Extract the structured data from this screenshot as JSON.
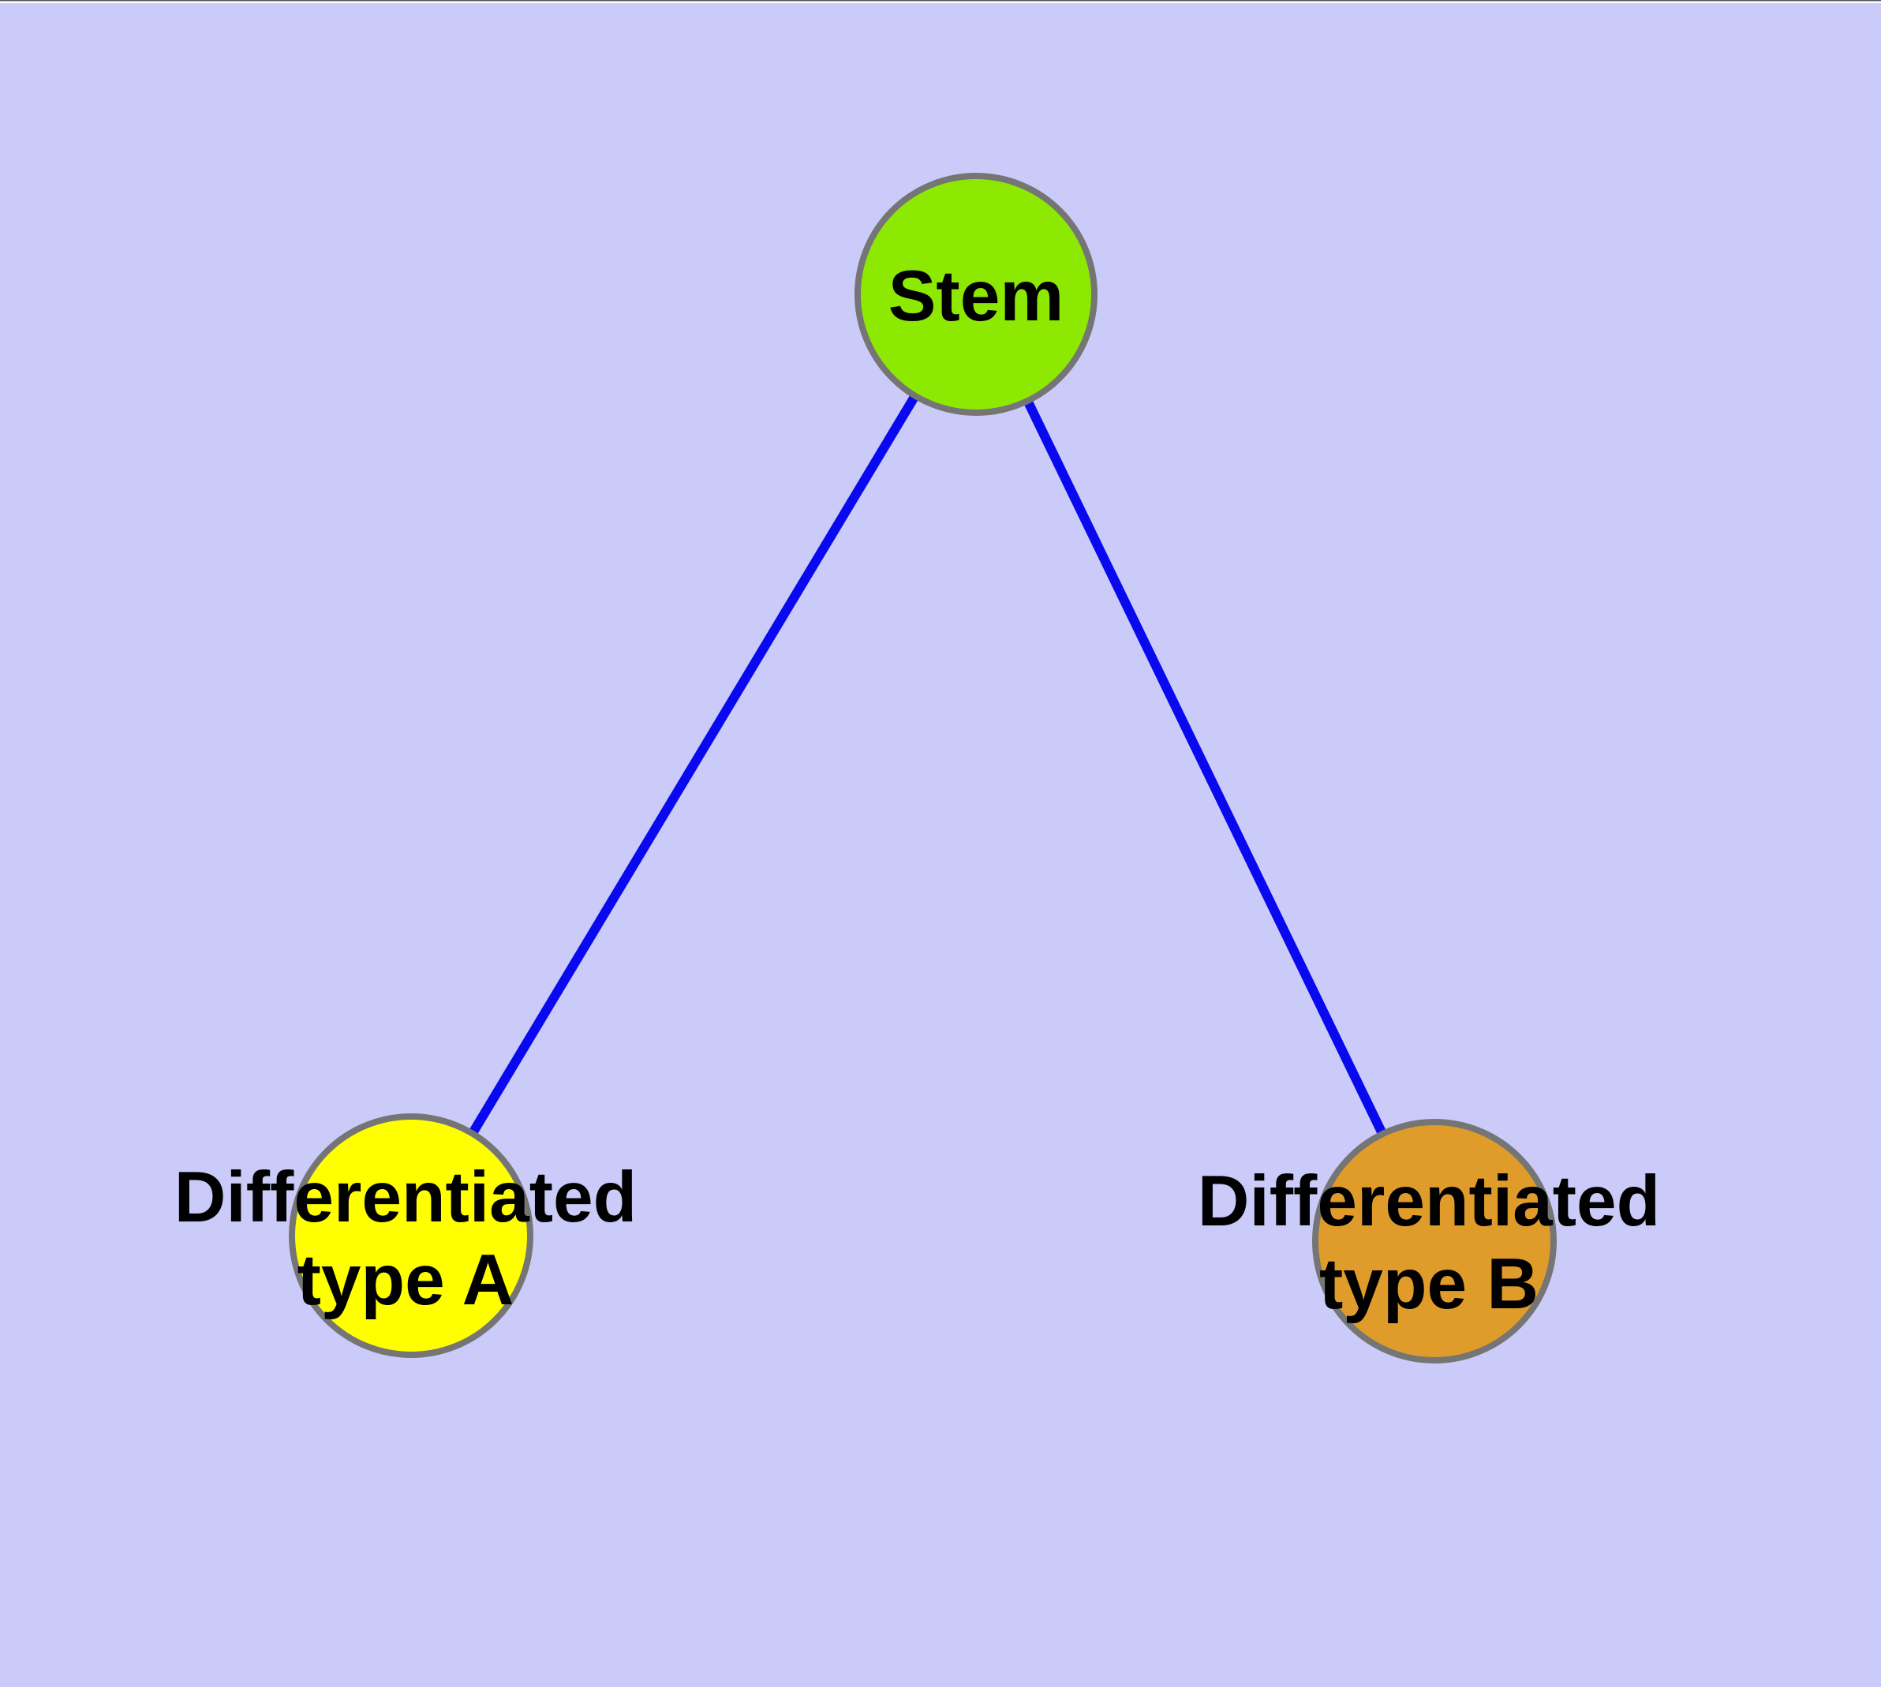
{
  "background_color": "#CBCBF9",
  "window_edge": {
    "top_line_color": "#55565E",
    "top_strip_color": "#FFFFFF"
  },
  "diagram": {
    "type": "graph",
    "description_visible_text_only": "Stem; Differentiated type A; Differentiated type B",
    "nodes": [
      {
        "id": "stem",
        "label": "Stem",
        "lines": [
          "Stem"
        ],
        "fill": "#8DE802",
        "border": "#757575"
      },
      {
        "id": "differentiated-type-a",
        "label": "Differentiated type A",
        "lines": [
          "Differentiated",
          "type A"
        ],
        "fill": "#FFFF00",
        "border": "#757575"
      },
      {
        "id": "differentiated-type-b",
        "label": "Differentiated type B",
        "lines": [
          "Differentiated",
          "type B"
        ],
        "fill": "#E09C2A",
        "border": "#757575"
      }
    ],
    "edges": [
      {
        "from": "stem",
        "to": "differentiated-type-a",
        "color": "#0909F0"
      },
      {
        "from": "stem",
        "to": "differentiated-type-b",
        "color": "#0909F0"
      }
    ]
  }
}
